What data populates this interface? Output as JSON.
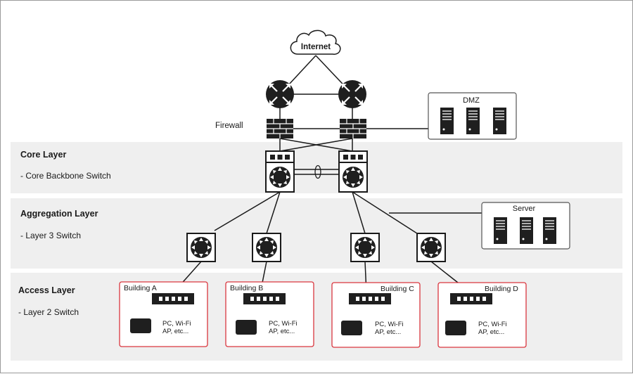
{
  "layers": {
    "core": {
      "title": "Core Layer",
      "desc": "- Core Backbone Switch"
    },
    "aggregation": {
      "title": "Aggregation Layer",
      "desc": "- Layer 3 Switch"
    },
    "access": {
      "title": "Access Layer",
      "desc": "- Layer 2 Switch"
    }
  },
  "cloud": {
    "label": "Internet"
  },
  "firewall": {
    "label": "Firewall"
  },
  "dmz": {
    "label": "DMZ"
  },
  "server": {
    "label": "Server"
  },
  "buildings": [
    {
      "label": "Building A",
      "devices_line1": "PC, Wi-Fi",
      "devices_line2": "AP, etc..."
    },
    {
      "label": "Building B",
      "devices_line1": "PC, Wi-Fi",
      "devices_line2": "AP, etc..."
    },
    {
      "label": "Building C",
      "devices_line1": "PC, Wi-Fi",
      "devices_line2": "AP, etc..."
    },
    {
      "label": "Building D",
      "devices_line1": "PC, Wi-Fi",
      "devices_line2": "AP, etc..."
    }
  ],
  "colors": {
    "band": "#efefef",
    "line": "#1a1a1a",
    "building_border": "#d9363e",
    "device_fill": "#222222"
  }
}
